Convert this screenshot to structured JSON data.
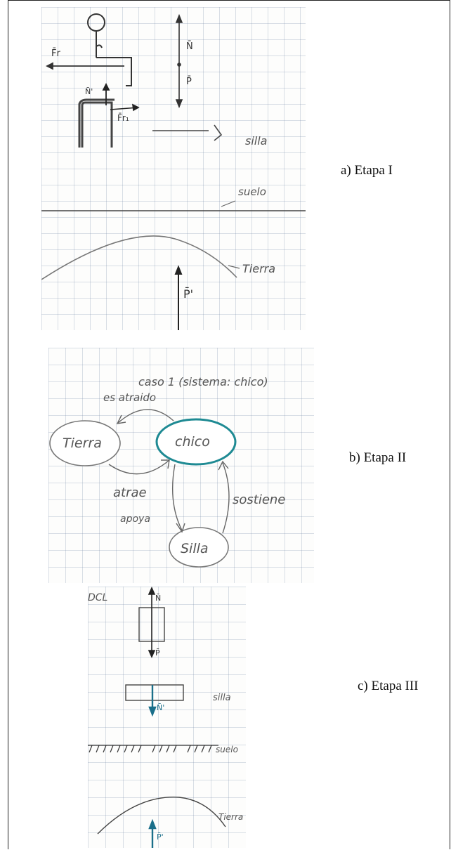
{
  "captions": {
    "a": "a)  Etapa I",
    "b": "b)  Etapa II",
    "c": "c)  Etapa III"
  },
  "stage1": {
    "force_fr": "F̄r",
    "force_fr1": "F̄r₁",
    "force_n": "N̄",
    "force_n_prime": "N̄'",
    "force_p": "P̄",
    "force_p_prime": "P̄'",
    "label_silla": "silla",
    "label_suelo": "suelo",
    "label_tierra": "Tierra"
  },
  "stage2": {
    "title": "caso 1 (sistema: chico)",
    "node_tierra": "Tierra",
    "node_chico": "chico",
    "node_silla": "Silla",
    "edge_es_atraido": "es atraido",
    "edge_atrae": "atrae",
    "edge_apoya": "apoya",
    "edge_sostiene": "sostiene",
    "highlight_color": "#1e8a93"
  },
  "stage3": {
    "title": "DCL",
    "force_n": "N̄",
    "force_p": "P̄",
    "force_n_prime": "N̄'",
    "force_p_prime": "P̄'",
    "label_silla": "silla",
    "label_suelo": "suelo",
    "label_tierra": "Tierra",
    "highlight_color": "#1a6f8a"
  }
}
